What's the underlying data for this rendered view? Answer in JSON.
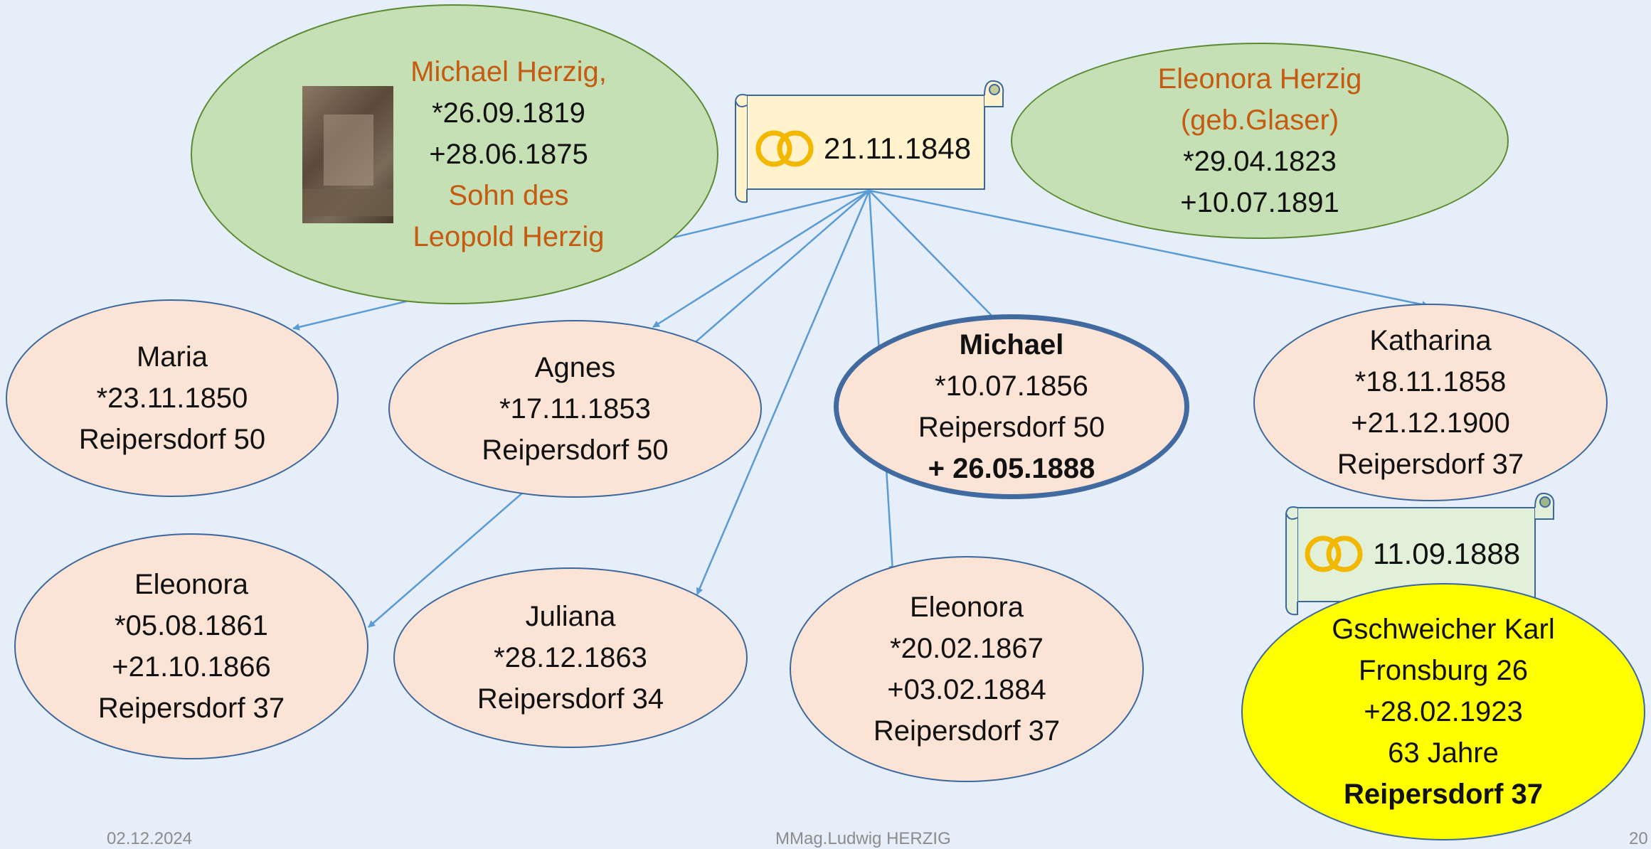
{
  "parents": {
    "father": {
      "lines": [
        "Michael Herzig,",
        "*26.09.1819",
        "+28.06.1875",
        "Sohn des",
        "Leopold Herzig"
      ]
    },
    "mother": {
      "lines": [
        "Eleonora Herzig",
        "(geb.Glaser)",
        "*29.04.1823",
        "+10.07.1891"
      ]
    }
  },
  "marriage": {
    "date": "21.11.1848"
  },
  "children": [
    {
      "lines": [
        "Maria",
        "*23.11.1850",
        "Reipersdorf 50"
      ]
    },
    {
      "lines": [
        "Agnes",
        "*17.11.1853",
        "Reipersdorf 50"
      ]
    },
    {
      "lines": [
        "Michael",
        "*10.07.1856",
        "Reipersdorf 50",
        "+ 26.05.1888"
      ]
    },
    {
      "lines": [
        "Katharina",
        "*18.11.1858",
        "+21.12.1900",
        "Reipersdorf 37"
      ]
    },
    {
      "lines": [
        "Eleonora",
        "*05.08.1861",
        "+21.10.1866",
        "Reipersdorf 37"
      ]
    },
    {
      "lines": [
        "Juliana",
        "*28.12.1863",
        "Reipersdorf 34"
      ]
    },
    {
      "lines": [
        "Eleonora",
        "*20.02.1867",
        "+03.02.1884",
        "Reipersdorf 37"
      ]
    }
  ],
  "second_marriage": {
    "date": "11.09.1888"
  },
  "spouse": {
    "lines": [
      "Gschweicher Karl",
      "Fronsburg 26",
      "+28.02.1923",
      "63 Jahre",
      "Reipersdorf 37"
    ]
  },
  "footer": {
    "date": "02.12.2024",
    "title": "MMag.Ludwig HERZIG",
    "page": "20"
  },
  "colors": {
    "background": "#e5eef9",
    "child_fill": "#fbe3d6",
    "parent_fill": "#c5e0b4",
    "spouse_fill": "#ffff00",
    "arrow": "#5b9bd5",
    "name_orange": "#c55a11",
    "scroll_fill_1": "#fff2cc",
    "scroll_fill_2": "#e2f0d9",
    "ring_gold": "#f2b800"
  }
}
